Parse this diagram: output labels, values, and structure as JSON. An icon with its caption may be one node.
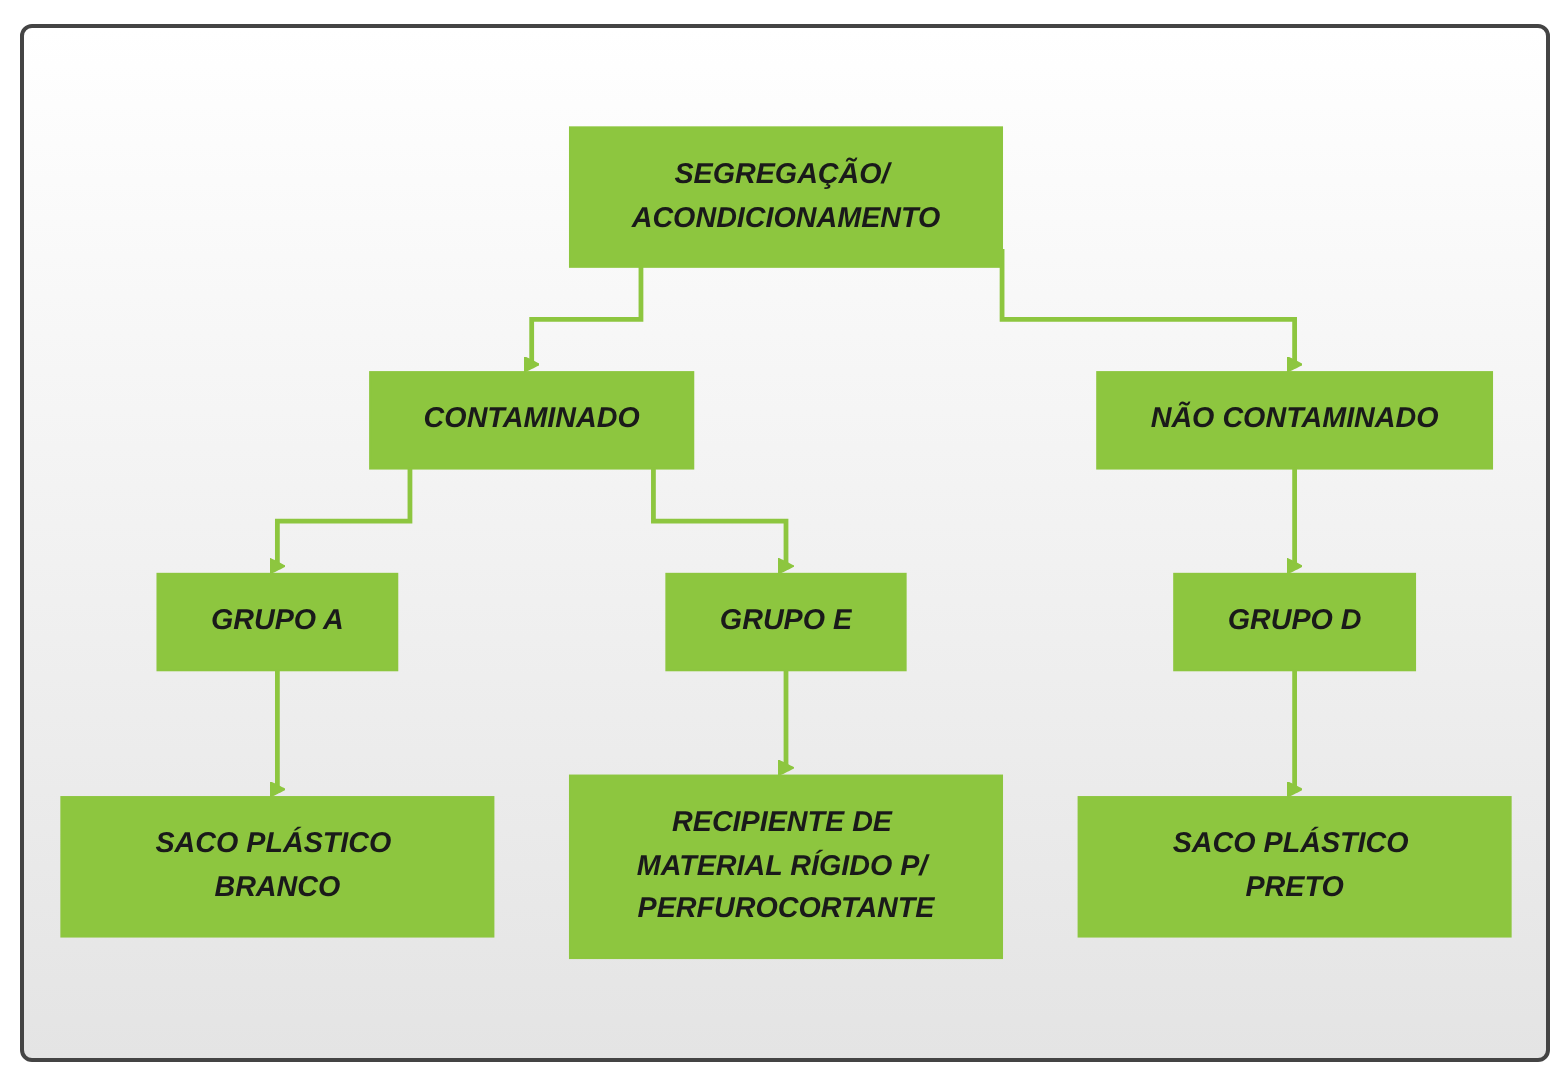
{
  "diagram": {
    "nodes": [
      {
        "text": [
          "SEGREGAÇÃO/ ACONDICIONAMENTO"
        ]
      },
      {
        "text": [
          "CONTAMINADO"
        ]
      },
      {
        "text": [
          "NÃO CONTAMINADO"
        ]
      },
      {
        "text": [
          "GRUPO A"
        ]
      },
      {
        "text": [
          "GRUPO E"
        ]
      },
      {
        "text": [
          "GRUPO D"
        ]
      },
      {
        "text": [
          "SACO PLÁSTICO BRANCO"
        ]
      },
      {
        "text": [
          "RECIPIENTE DE MATERIAL RÍGIDO P/ PERFUROCORTANTE"
        ]
      },
      {
        "text": [
          "SACO PLÁSTICO PRETO"
        ]
      }
    ],
    "edges": [
      {
        "from": 0,
        "to": 1,
        "arrow": "to"
      },
      {
        "from": 0,
        "to": 2,
        "arrow": "to"
      },
      {
        "from": 1,
        "to": 3,
        "arrow": "to"
      },
      {
        "from": 1,
        "to": 4,
        "arrow": "to"
      },
      {
        "from": 2,
        "to": 5,
        "arrow": "to"
      },
      {
        "from": 3,
        "to": 6,
        "arrow": "to"
      },
      {
        "from": 4,
        "to": 7,
        "arrow": "to"
      },
      {
        "from": 5,
        "to": 8,
        "arrow": "to"
      }
    ]
  }
}
